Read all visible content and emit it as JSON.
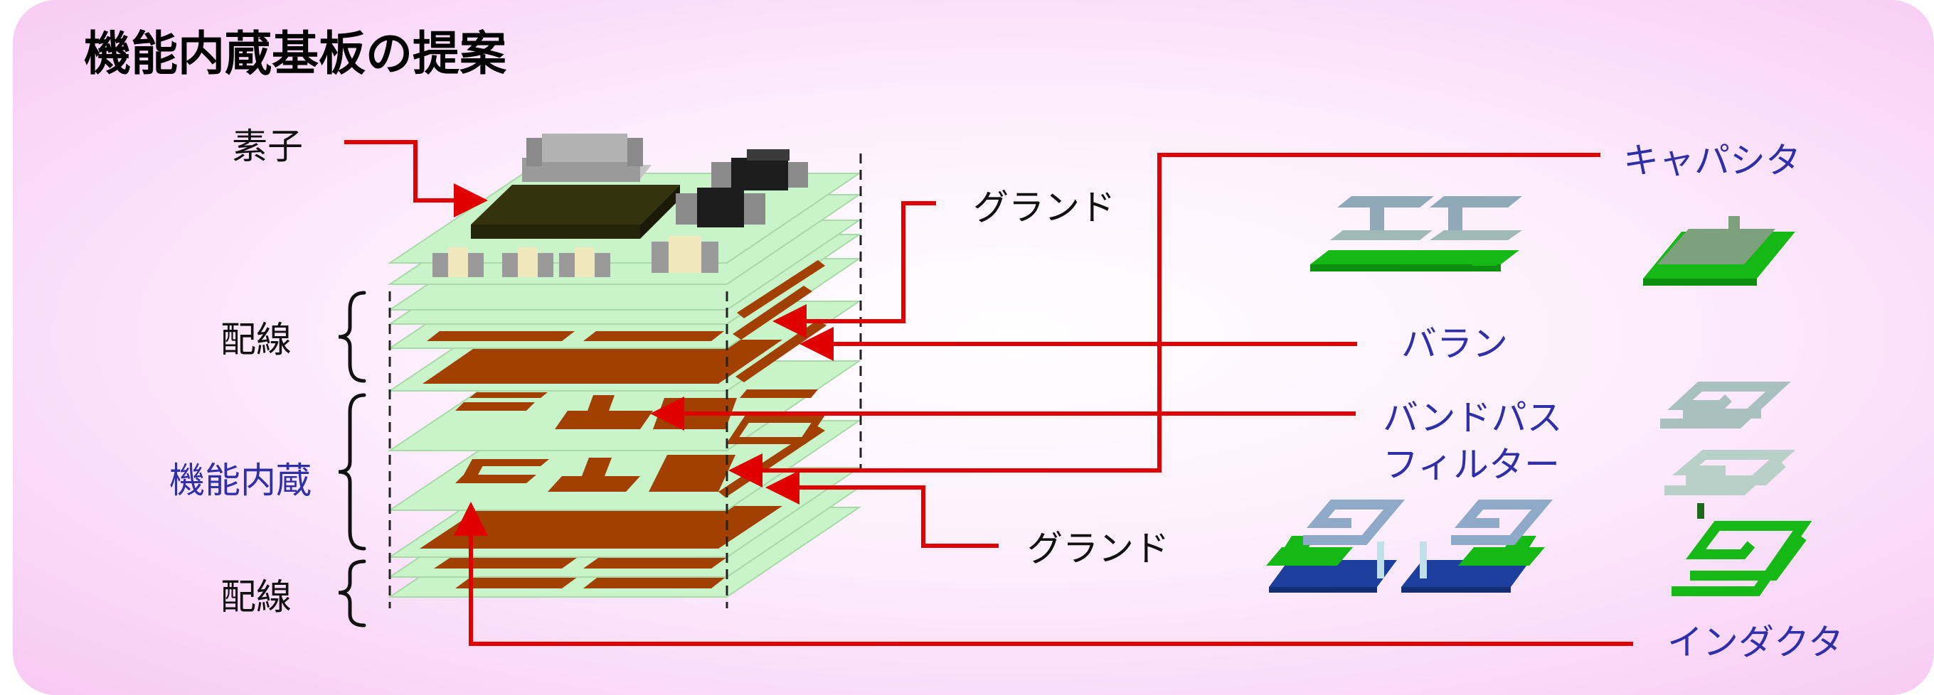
{
  "title": "機能内蔵基板の提案",
  "labels": {
    "element": "素子",
    "wiring_top": "配線",
    "function_builtin": "機能内蔵",
    "wiring_bottom": "配線",
    "ground_top": "グランド",
    "ground_bottom": "グランド",
    "capacitor": "キャパシタ",
    "balun": "バラン",
    "bandpass_line1": "バンドパス",
    "bandpass_line2": "フィルター",
    "inductor": "インダクタ"
  },
  "colors": {
    "arrow": "#e00000",
    "layer": "#c9f3c9",
    "trace": "#a14000",
    "component_green": "#16b816",
    "component_steel": "#8fa9b8",
    "ground_blue": "#1c3f9e",
    "label_blue": "#2f2fa8"
  }
}
